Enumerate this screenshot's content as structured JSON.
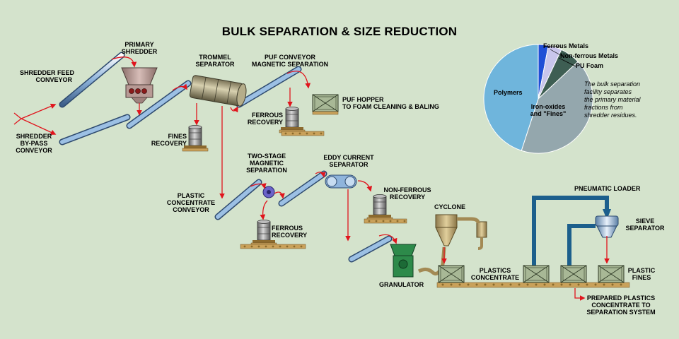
{
  "title": "BULK SEPARATION & SIZE REDUCTION",
  "labels": {
    "shredder_feed": [
      "SHREDDER FEED",
      "CONVEYOR"
    ],
    "primary_shredder": [
      "PRIMARY",
      "SHREDDER"
    ],
    "shredder_bypass": [
      "SHREDDER",
      "BY-PASS",
      "CONVEYOR"
    ],
    "trommel": [
      "TROMMEL",
      "SEPARATOR"
    ],
    "fines_recovery": [
      "FINES",
      "RECOVERY"
    ],
    "puf_conveyor": [
      "PUF CONVEYOR",
      "MAGNETIC SEPARATION"
    ],
    "ferrous_recovery_top": [
      "FERROUS",
      "RECOVERY"
    ],
    "puf_hopper": [
      "PUF HOPPER",
      "TO FOAM CLEANING & BALING"
    ],
    "two_stage": [
      "TWO-STAGE",
      "MAGNETIC",
      "SEPARATION"
    ],
    "plastic_concentrate_conveyor": [
      "PLASTIC",
      "CONCENTRATE",
      "CONVEYOR"
    ],
    "ferrous_recovery_bottom": [
      "FERROUS",
      "RECOVERY"
    ],
    "eddy_current": [
      "EDDY CURRENT",
      "SEPARATOR"
    ],
    "nonferrous_recovery": [
      "NON-FERROUS",
      "RECOVERY"
    ],
    "cyclone": [
      "CYCLONE"
    ],
    "granulator": [
      "GRANULATOR"
    ],
    "plastics_concentrate": [
      "PLASTICS",
      "CONCENTRATE"
    ],
    "pneumatic_loader": [
      "PNEUMATIC LOADER"
    ],
    "sieve_separator": [
      "SIEVE",
      "SEPARATOR"
    ],
    "plastic_fines": [
      "PLASTIC",
      "FINES"
    ],
    "prepared": [
      "PREPARED PLASTICS",
      "CONCENTRATE TO",
      "SEPARATION SYSTEM"
    ]
  },
  "note": [
    "The bulk separation",
    "facility separates",
    "the primary material",
    "fractions from",
    "shredder residues."
  ],
  "chart_data": {
    "type": "pie",
    "slices": [
      {
        "label": "Ferrous Metals",
        "value": 3,
        "color": "#1f4fd6"
      },
      {
        "label": "Non-ferrous Metals",
        "value": 4,
        "color": "#c9c6ec"
      },
      {
        "label": "PU Foam",
        "value": 6,
        "color": "#3e5e53"
      },
      {
        "label": "Iron-oxides and \"Fines\"",
        "value": 42,
        "color": "#94a7ad"
      },
      {
        "label": "Polymers",
        "value": 45,
        "color": "#6fb5dc"
      }
    ],
    "label_text": {
      "ferrous": "Ferrous Metals",
      "nonferrous": "Non-ferrous Metals",
      "pufoam": "PU Foam",
      "polymers": "Polymers",
      "ironoxides": [
        "Iron-oxides",
        "and \"Fines\""
      ]
    }
  },
  "colors": {
    "background": "#d4e3cc",
    "flow_arrow": "#e0151d",
    "conveyor_belt": "#7aa3cf",
    "duct": "#1c5f8c",
    "bin": "#a8b896",
    "drum": "#8d8d8d",
    "pallet": "#c9a15a"
  }
}
